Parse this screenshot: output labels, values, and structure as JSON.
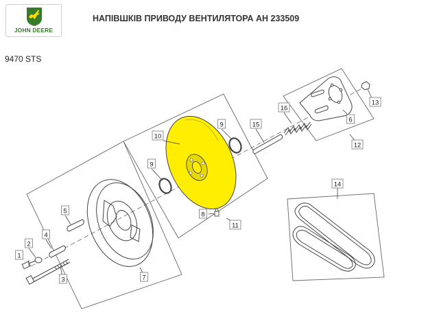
{
  "brand": {
    "logo_text": "JOHN DEERE"
  },
  "title": "НАПІВШКІВ ПРИВОДУ ВЕНТИЛЯТОРА АН 233509",
  "model": "9470 STS",
  "highlight_color": "#ffee00",
  "callouts": [
    "1",
    "2",
    "3",
    "4",
    "5",
    "6",
    "7",
    "8",
    "9",
    "9",
    "10",
    "11",
    "12",
    "13",
    "14",
    "15",
    "16"
  ]
}
